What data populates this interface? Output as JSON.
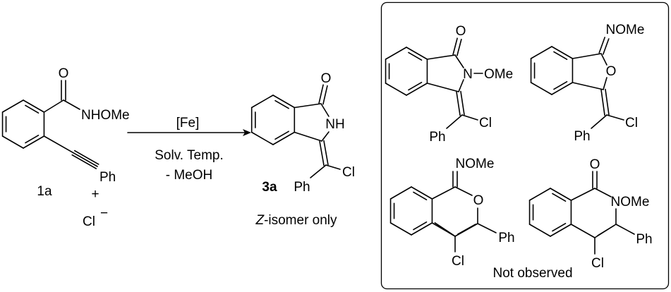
{
  "reactant": {
    "id": "1a",
    "amide": "NHOMe",
    "carbonyl_o": "O",
    "alkyne_sub": "Ph",
    "plus": "+",
    "reagent": "Cl",
    "charge": "−"
  },
  "conditions": {
    "catalyst": "[Fe]",
    "line1": "Solv. Temp.",
    "line2": "- MeOH"
  },
  "product": {
    "id": "3a",
    "o": "O",
    "nh": "NH",
    "cl": "Cl",
    "ph": "Ph",
    "note_italic": "Z",
    "note_rest": "-isomer only"
  },
  "not_observed": {
    "caption_first": "N",
    "caption_rest": "ot observed",
    "a": {
      "o": "O",
      "n": "N",
      "ome": "OMe",
      "cl": "Cl",
      "ph": "Ph"
    },
    "b": {
      "nome": "NOMe",
      "o": "O",
      "cl": "Cl",
      "ph": "Ph"
    },
    "c": {
      "nome": "NOMe",
      "o": "O",
      "ph": "Ph",
      "cl": "Cl"
    },
    "d": {
      "o": "O",
      "nome": "NOMe",
      "ph": "Ph",
      "cl": "Cl"
    }
  }
}
